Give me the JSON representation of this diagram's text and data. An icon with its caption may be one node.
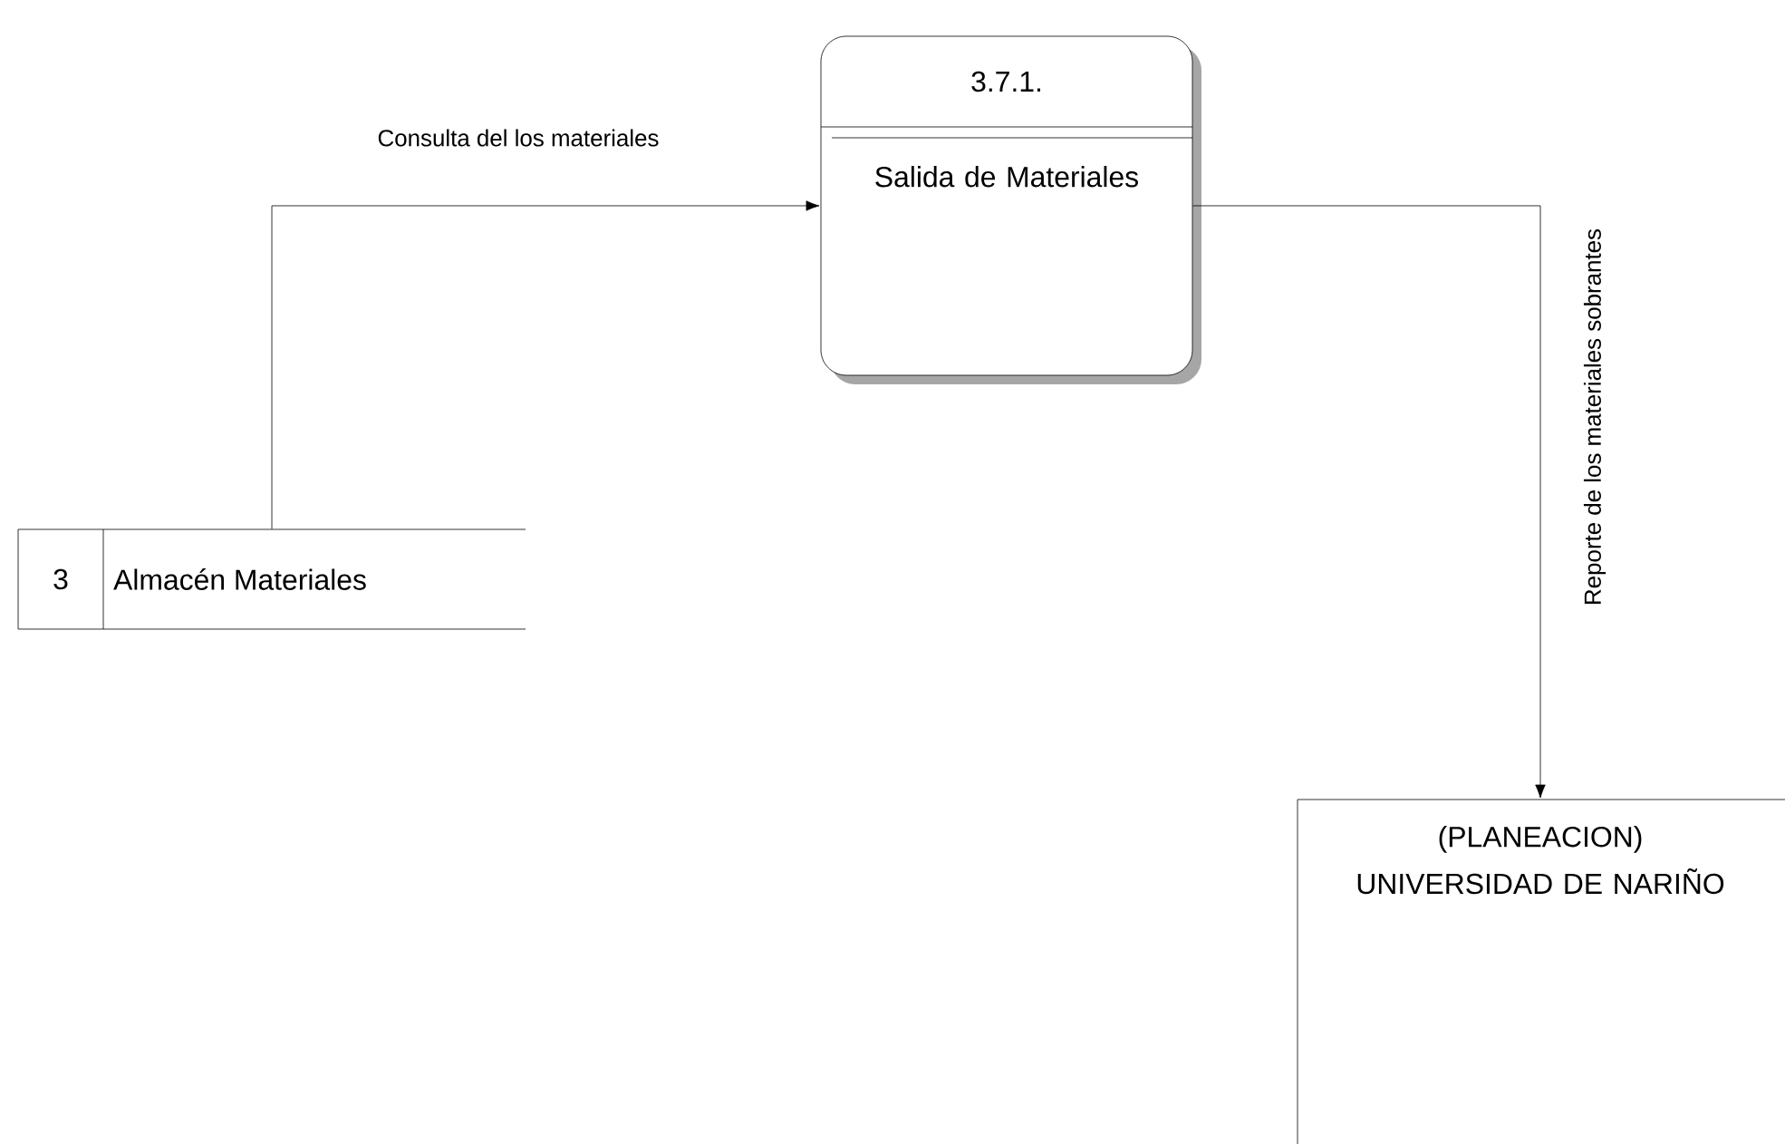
{
  "diagram": {
    "nodes": [
      {
        "text": [
          "3.7.1.",
          "Salida de Materiales"
        ]
      },
      {
        "text": [
          "3",
          "Almacén Materiales"
        ]
      },
      {
        "text": [
          "(PLANEACION) UNIVERSIDAD DE NARIÑO"
        ]
      }
    ],
    "edges": [
      {
        "from": 1,
        "to": 0,
        "arrow": "to",
        "label": "Consulta del los materiales"
      },
      {
        "from": 0,
        "to": 2,
        "arrow": "to",
        "label": "Reporte de los materiales sobrantes"
      }
    ]
  }
}
